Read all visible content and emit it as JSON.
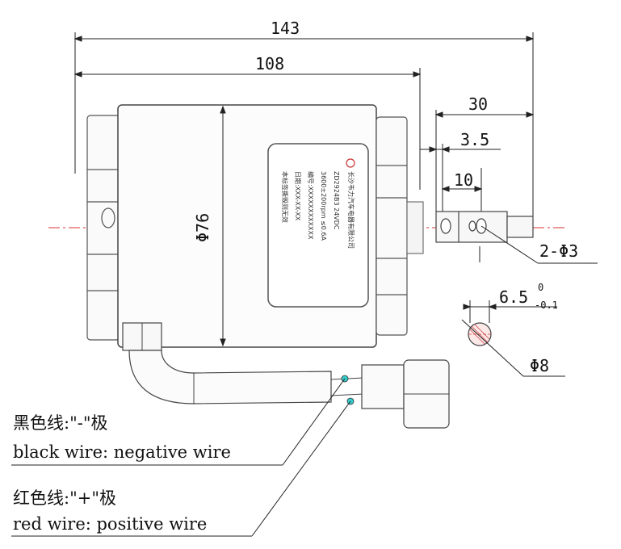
{
  "dimensions": {
    "overall_length": "143",
    "body_length": "108",
    "shaft_length": "30",
    "shaft_shoulder": "3.5",
    "hole_spacing": "10",
    "body_diameter": "Φ76",
    "shaft_holes": "2-Φ3",
    "flat_width": "6.5",
    "flat_tol_upper": "0",
    "flat_tol_lower": "-0.1",
    "shaft_diameter": "Φ8"
  },
  "nameplate": {
    "line1": "长沙韦力汽车电器有限公司",
    "line2": "ZD2924B3 24VDC",
    "line3": "3600±200rpm ≤0.6A",
    "line4": "编号:XXXXXXXXXXXX",
    "line5": "日期:XXX-XX-XX",
    "line6": "本标签撕毁则无效"
  },
  "legend": {
    "black_cn": "黑色线:\"-\"极",
    "black_en": "black wire: negative wire",
    "red_cn": "红色线:\"+\"极",
    "red_en": "red wire: positive wire"
  }
}
